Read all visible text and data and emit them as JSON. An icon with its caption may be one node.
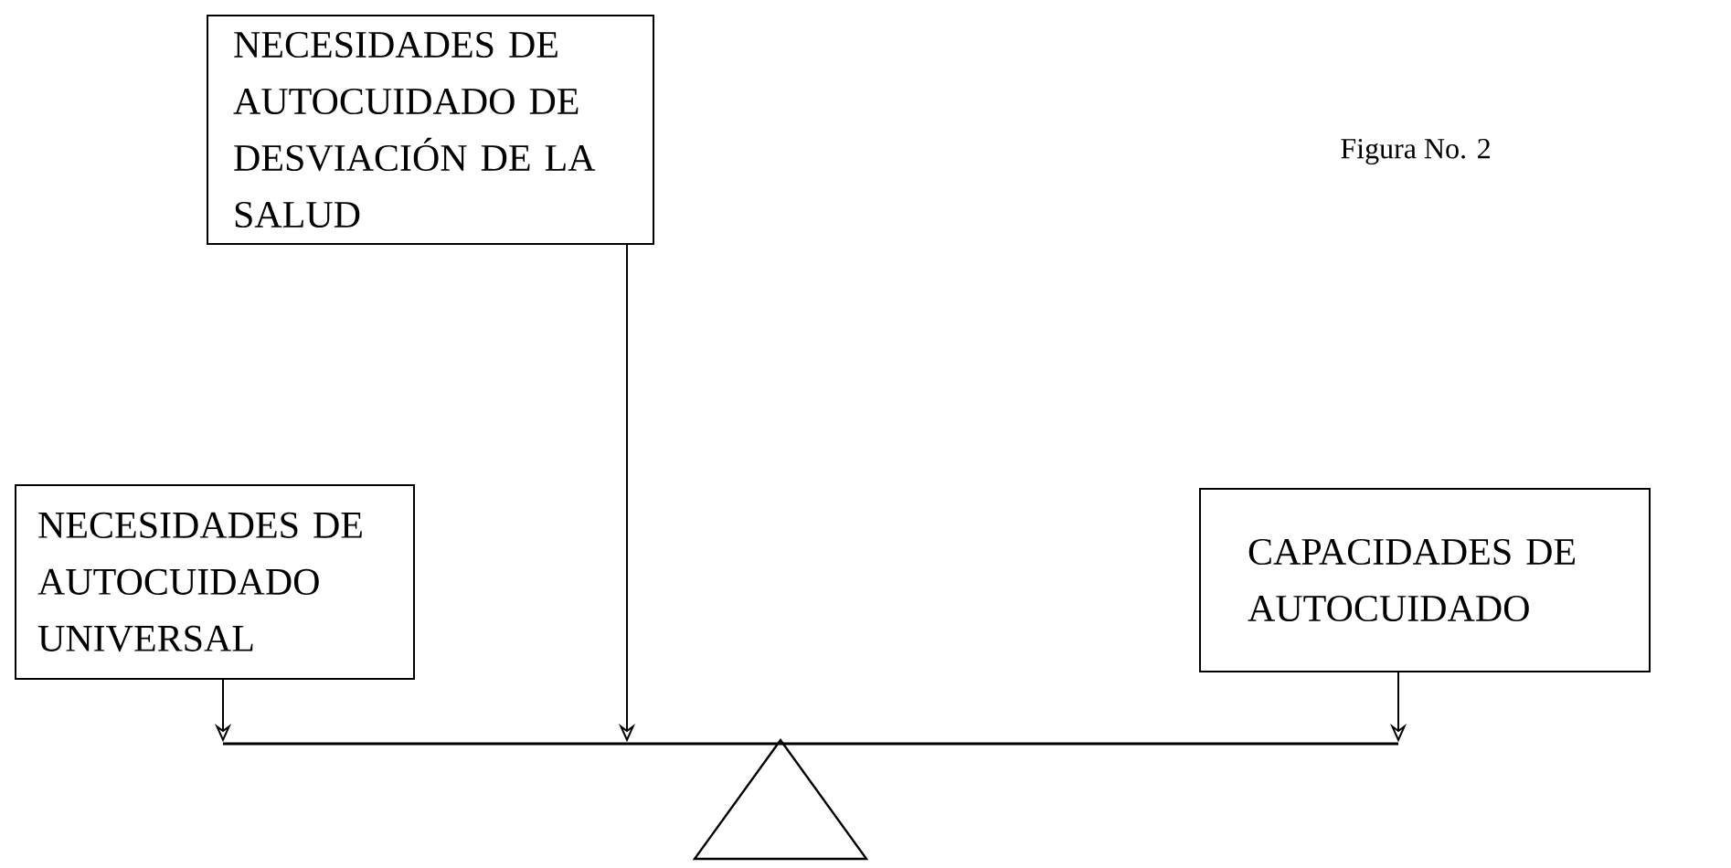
{
  "diagram": {
    "nodes": [
      {
        "text": [
          "NECESIDADES DE AUTOCUIDADO DE DESVIACIÓN DE LA SALUD"
        ]
      },
      {
        "text": [
          "NECESIDADES DE AUTOCUIDADO UNIVERSAL"
        ]
      },
      {
        "text": [
          "CAPACIDADES DE AUTOCUIDADO"
        ]
      },
      {
        "text": [],
        "shape": "bar"
      }
    ],
    "edges": [
      {
        "from": 1,
        "to": 3,
        "arrow": "to"
      },
      {
        "from": 0,
        "to": 3,
        "arrow": "to"
      },
      {
        "from": 2,
        "to": 3,
        "arrow": "to"
      }
    ],
    "labels": [
      "Figura No. 2"
    ]
  }
}
